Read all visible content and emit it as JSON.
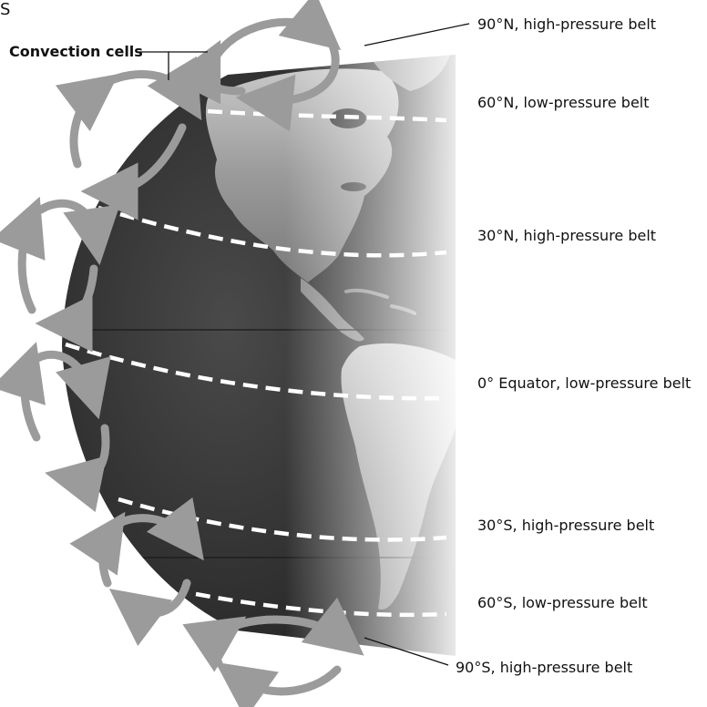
{
  "diagram": {
    "corner_letter": "S",
    "heading": "Convection cells",
    "belts": [
      {
        "label": "90°N, high-pressure belt"
      },
      {
        "label": "60°N, low-pressure belt"
      },
      {
        "label": "30°N, high-pressure belt"
      },
      {
        "label": "0° Equator, low-pressure belt"
      },
      {
        "label": "30°S, high-pressure belt"
      },
      {
        "label": "60°S, low-pressure belt"
      },
      {
        "label": "90°S, high-pressure belt"
      }
    ]
  },
  "colors": {
    "ocean": "#3a3a3a",
    "land": "#9a9a9a",
    "arrow": "#9b9b9b",
    "dash": "#ffffff",
    "text": "#111111"
  }
}
